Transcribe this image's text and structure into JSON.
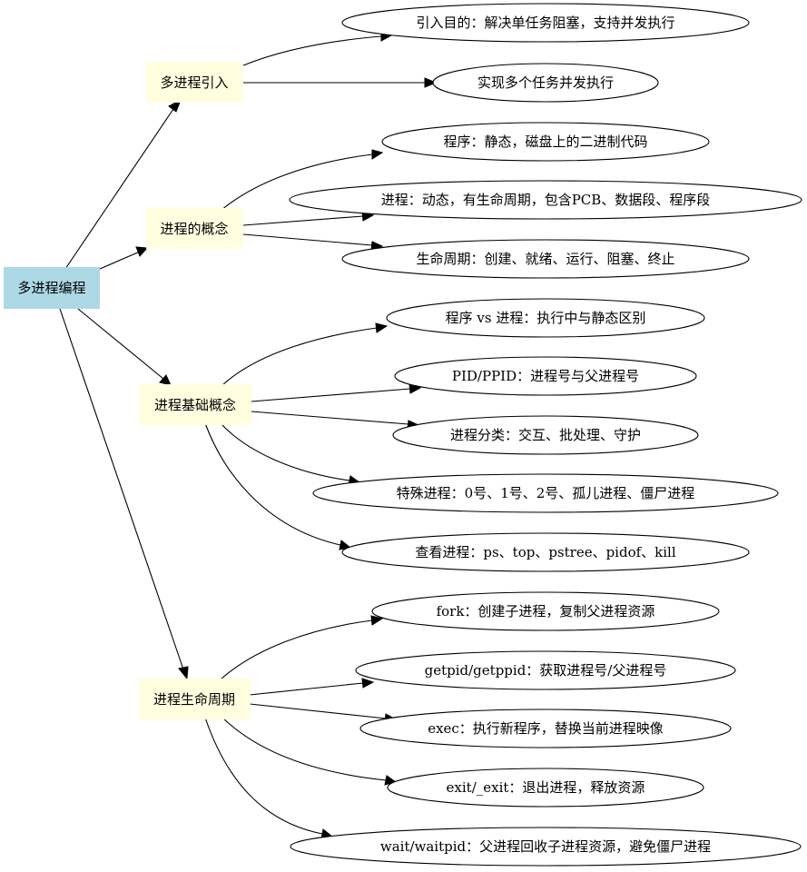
{
  "colors": {
    "root_fill": "#add8e6",
    "branch_fill": "#ffffe0",
    "leaf_fill": "#ffffff",
    "stroke": "#000000"
  },
  "root": {
    "label": "多进程编程"
  },
  "branches": [
    {
      "label": "多进程引入",
      "children": [
        "引入目的：解决单任务阻塞，支持并发执行",
        "实现多个任务并发执行"
      ]
    },
    {
      "label": "进程的概念",
      "children": [
        "程序：静态，磁盘上的二进制代码",
        "进程：动态，有生命周期，包含PCB、数据段、程序段",
        "生命周期：创建、就绪、运行、阻塞、终止"
      ]
    },
    {
      "label": "进程基础概念",
      "children": [
        "程序 vs 进程：执行中与静态区别",
        "PID/PPID：进程号与父进程号",
        "进程分类：交互、批处理、守护",
        "特殊进程：0号、1号、2号、孤儿进程、僵尸进程",
        "查看进程：ps、top、pstree、pidof、kill"
      ]
    },
    {
      "label": "进程生命周期",
      "children": [
        "fork：创建子进程，复制父进程资源",
        "getpid/getppid：获取进程号/父进程号",
        "exec：执行新程序，替换当前进程映像",
        "exit/_exit：退出进程，释放资源",
        "wait/waitpid：父进程回收子进程资源，避免僵尸进程"
      ]
    }
  ]
}
